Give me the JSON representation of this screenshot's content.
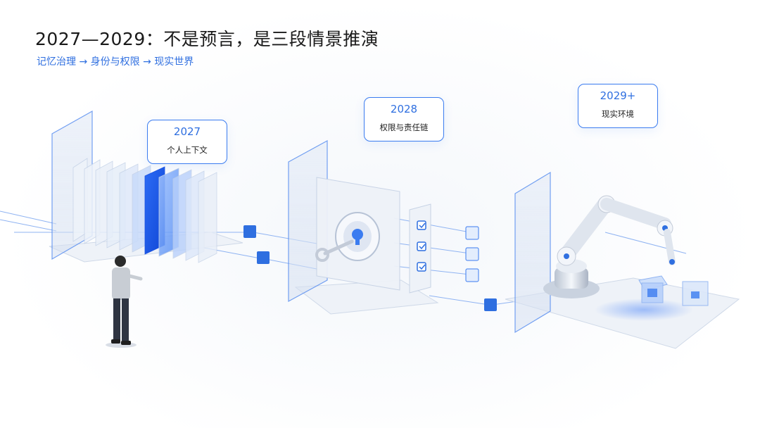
{
  "header": {
    "title": "2027—2029：不是预言，是三段情景推演",
    "subtitle": "记忆治理 → 身份与权限 → 现实世界"
  },
  "stages": [
    {
      "year": "2027",
      "label": "个人上下文"
    },
    {
      "year": "2028",
      "label": "权限与责任链"
    },
    {
      "year": "2029+",
      "label": "现实环境"
    }
  ],
  "colors": {
    "accent": "#2f6fe0",
    "glass": "#dfe8f5",
    "deep_blue": "#1f5ee8"
  },
  "icons": [
    "person-figure",
    "key-icon",
    "lock-icon",
    "checkbox-icon",
    "robot-arm-icon",
    "data-cube-icon"
  ]
}
